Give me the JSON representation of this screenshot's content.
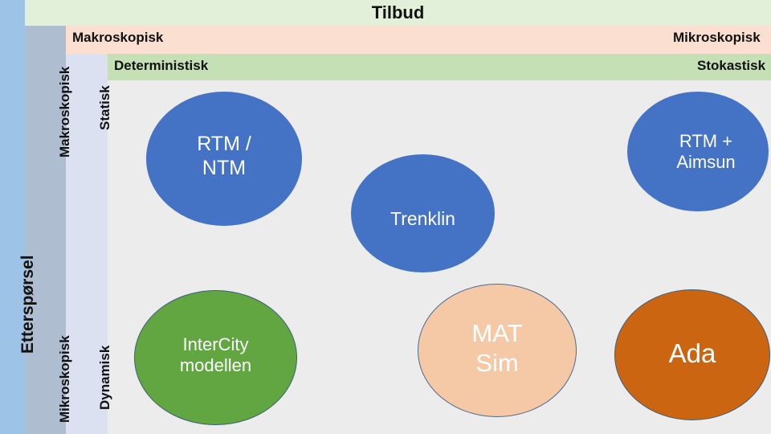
{
  "axes": {
    "supply": {
      "title": "Tilbud",
      "scale_left": "Makroskopisk",
      "scale_right": "Mikroskopisk",
      "detail_left": "Deterministisk",
      "detail_right": "Stokastisk",
      "color_title_band": "#E2EFD9",
      "color_scale_band": "#FBE0D1",
      "color_detail_band": "#C5E0B4"
    },
    "demand": {
      "title": "Etterspørsel",
      "scale_top": "Makroskopisk",
      "scale_bottom": "Mikroskopisk",
      "time_top": "Statisk",
      "time_bottom": "Dynamisk",
      "color_title_band": "#9DC3E6",
      "color_scale_band": "#AFBDD0",
      "color_time_band": "#DCE1F2"
    }
  },
  "models": [
    {
      "id": "rtm-ntm",
      "line1": "RTM /",
      "line2": "NTM",
      "fill": "#4472C4",
      "text_color": "#FFFFFF"
    },
    {
      "id": "trenklin",
      "line1": "Trenklin",
      "line2": "",
      "fill": "#4472C4",
      "text_color": "#FFFFFF"
    },
    {
      "id": "rtm-aimsun",
      "line1": "RTM +",
      "line2": "Aimsun",
      "fill": "#4472C4",
      "text_color": "#FFFFFF"
    },
    {
      "id": "intercity",
      "line1": "InterCity",
      "line2": "modellen",
      "fill": "#61A641",
      "text_color": "#FFFFFF"
    },
    {
      "id": "matsim",
      "line1": "MAT",
      "line2": "Sim",
      "fill": "#F6C9A6",
      "text_color": "#FFFFFF"
    },
    {
      "id": "ada",
      "line1": "Ada",
      "line2": "",
      "fill": "#CC6511",
      "text_color": "#FFFFFF"
    }
  ]
}
